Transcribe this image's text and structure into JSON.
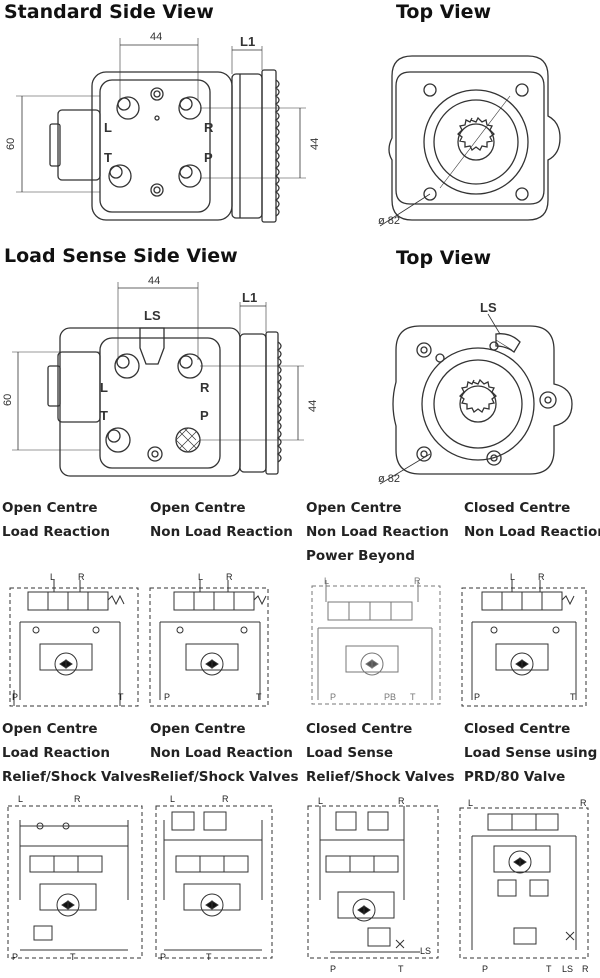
{
  "titles": {
    "standard_side": "Standard Side View",
    "top1": "Top View",
    "ls_side": "Load Sense Side View",
    "top2": "Top View"
  },
  "dimensions": {
    "d44": "44",
    "d60": "60",
    "l1": "L1",
    "d44r": "44",
    "dia82": "ø 82",
    "ls": "LS"
  },
  "ports": {
    "L": "L",
    "R": "R",
    "T": "T",
    "P": "P",
    "PB": "PB",
    "LS": "LS"
  },
  "captions": [
    {
      "lines": [
        "Open Centre",
        "Load Reaction"
      ]
    },
    {
      "lines": [
        "Open Centre",
        "Non Load Reaction"
      ]
    },
    {
      "lines": [
        "Open Centre",
        "Non Load Reaction",
        "Power Beyond"
      ]
    },
    {
      "lines": [
        "Closed Centre",
        "Non Load Reaction"
      ]
    },
    {
      "lines": [
        "Open Centre",
        "Load Reaction",
        "Relief/Shock Valves"
      ]
    },
    {
      "lines": [
        "Open Centre",
        "Non Load Reaction",
        "Relief/Shock Valves"
      ]
    },
    {
      "lines": [
        "Closed Centre",
        "Load Sense",
        "Relief/Shock Valves"
      ]
    },
    {
      "lines": [
        "Closed Centre",
        "Load Sense using",
        "PRD/80 Valve"
      ]
    }
  ]
}
